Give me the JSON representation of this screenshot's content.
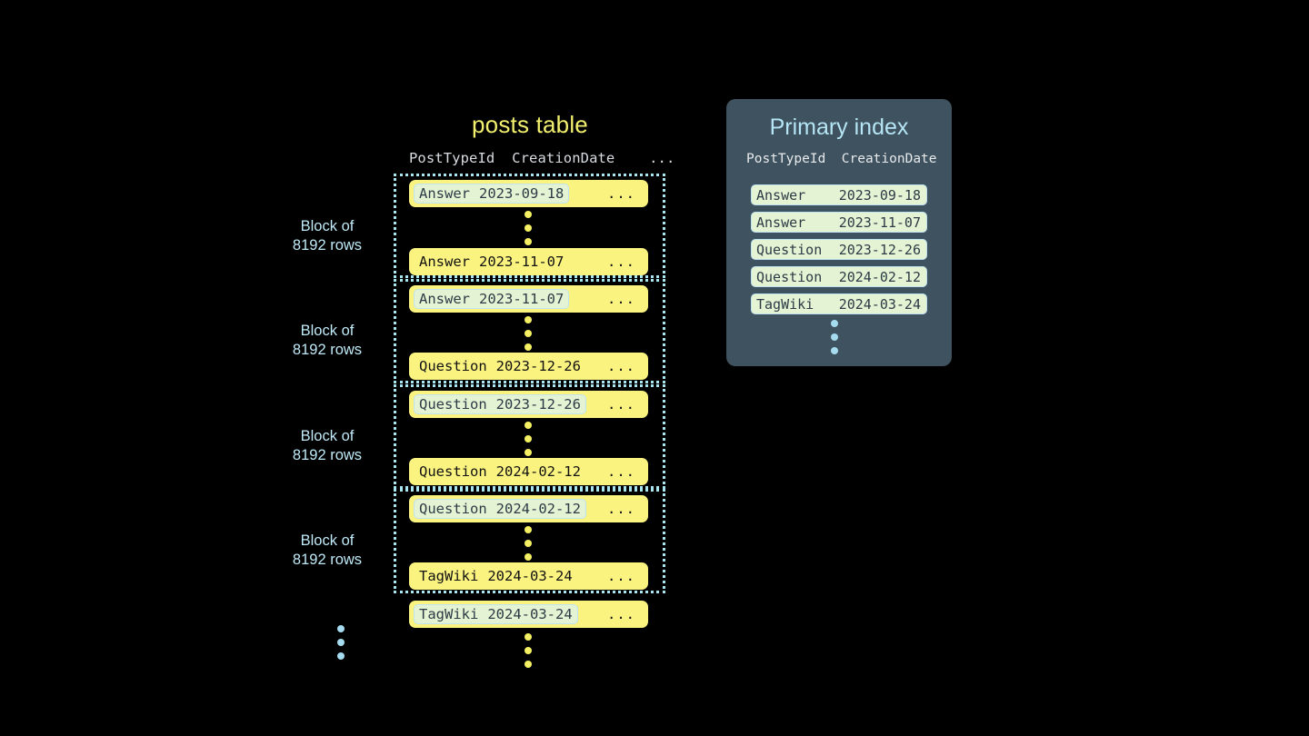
{
  "posts_table": {
    "title": "posts table",
    "columns": [
      "PostTypeId",
      "CreationDate",
      "..."
    ],
    "header_line": "PostTypeId  CreationDate    ...",
    "ellipsis": "...",
    "block_label": "Block of\n8192 rows",
    "block_label_line1": "Block of",
    "block_label_line2": "8192 rows",
    "blocks": [
      {
        "label_line1": "Block of",
        "label_line2": "8192 rows",
        "first_row": {
          "post_type_id": "Answer",
          "creation_date": "2023-09-18",
          "more": "...",
          "highlighted": true
        },
        "last_row": {
          "post_type_id": "Answer",
          "creation_date": "2023-11-07",
          "more": "...",
          "highlighted": false
        }
      },
      {
        "label_line1": "Block of",
        "label_line2": "8192 rows",
        "first_row": {
          "post_type_id": "Answer",
          "creation_date": "2023-11-07",
          "more": "...",
          "highlighted": true
        },
        "last_row": {
          "post_type_id": "Question",
          "creation_date": "2023-12-26",
          "more": "...",
          "highlighted": false
        }
      },
      {
        "label_line1": "Block of",
        "label_line2": "8192 rows",
        "first_row": {
          "post_type_id": "Question",
          "creation_date": "2023-12-26",
          "more": "...",
          "highlighted": true
        },
        "last_row": {
          "post_type_id": "Question",
          "creation_date": "2024-02-12",
          "more": "...",
          "highlighted": false
        }
      },
      {
        "label_line1": "Block of",
        "label_line2": "8192 rows",
        "first_row": {
          "post_type_id": "Question",
          "creation_date": "2024-02-12",
          "more": "...",
          "highlighted": true
        },
        "last_row": {
          "post_type_id": "TagWiki",
          "creation_date": "2024-03-24",
          "more": "...",
          "highlighted": false
        }
      }
    ],
    "trailing_row": {
      "post_type_id": "TagWiki",
      "creation_date": "2024-03-24",
      "more": "...",
      "highlighted": true
    }
  },
  "primary_index": {
    "title": "Primary index",
    "columns": [
      "PostTypeId",
      "CreationDate"
    ],
    "header_line": "PostTypeId  CreationDate",
    "rows": [
      {
        "post_type_id": "Answer",
        "creation_date": "2023-09-18"
      },
      {
        "post_type_id": "Answer",
        "creation_date": "2023-11-07"
      },
      {
        "post_type_id": "Question",
        "creation_date": "2023-12-26"
      },
      {
        "post_type_id": "Question",
        "creation_date": "2024-02-12"
      },
      {
        "post_type_id": "TagWiki",
        "creation_date": "2024-03-24"
      }
    ]
  },
  "colors": {
    "background": "#000000",
    "row_yellow": "#fbf380",
    "highlight_green": "#e4f3d4",
    "highlight_border": "#bfe3ef",
    "accent_blue": "#a9e6f2",
    "title_yellow": "#f2f06e",
    "panel_slate": "#3e525f",
    "dot_yellow": "#f4ef63",
    "dot_blue": "#a6dcf0"
  }
}
